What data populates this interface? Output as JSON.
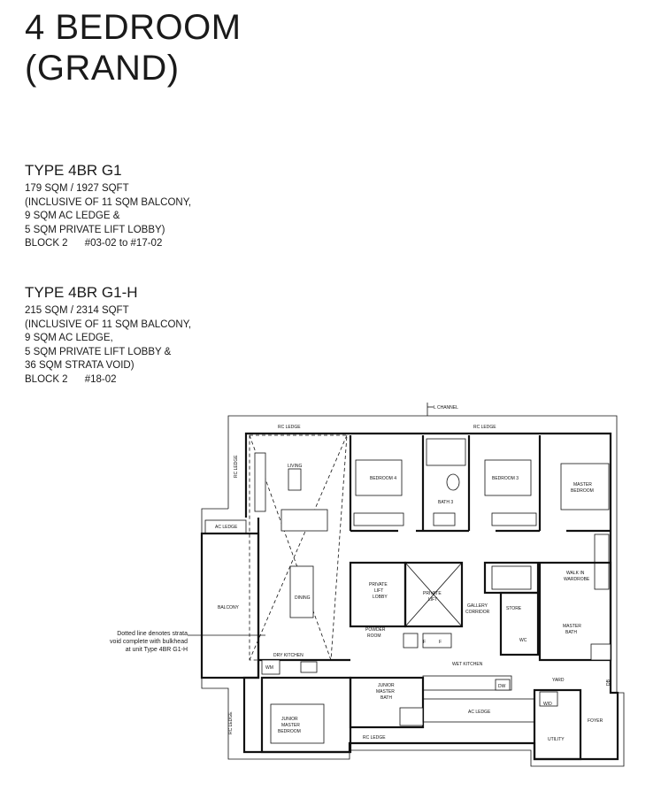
{
  "title": {
    "line1": "4 BEDROOM",
    "line2": "(GRAND)"
  },
  "types": [
    {
      "name": "TYPE 4BR G1",
      "lines": [
        "179 SQM / 1927 SQFT",
        "(INCLUSIVE OF 11 SQM BALCONY,",
        "9 SQM AC LEDGE &",
        "5 SQM PRIVATE LIFT LOBBY)",
        "BLOCK 2      #03-02 to #17-02"
      ]
    },
    {
      "name": "TYPE 4BR G1-H",
      "lines": [
        "215 SQM / 2314 SQFT",
        "(INCLUSIVE OF 11 SQM BALCONY,",
        "9 SQM AC LEDGE,",
        "5 SQM PRIVATE LIFT LOBBY &",
        "36 SQM STRATA VOID)",
        "BLOCK 2      #18-02"
      ]
    }
  ],
  "note": {
    "lines": [
      "Dotted line denotes strata",
      "void complete with bulkhead",
      "at unit Type 4BR G1-H"
    ]
  },
  "plan_labels": {
    "l_channel": "L CHANNEL",
    "rc_ledge_top_left": "RC LEDGE",
    "rc_ledge_top_right": "RC LEDGE",
    "rc_ledge_left": "RC LEDGE",
    "rc_ledge_bottom_left": "RC LEDGE",
    "rc_ledge_bottom": "RC LEDGE",
    "living": "LIVING",
    "bedroom4": "BEDROOM 4",
    "bath3": "BATH 3",
    "bedroom3": "BEDROOM 3",
    "master_bedroom_1": "MASTER",
    "master_bedroom_2": "BEDROOM",
    "ac_ledge_left": "AC LEDGE",
    "balcony": "BALCONY",
    "dining": "DINING",
    "private_lift_lobby_1": "PRIVATE",
    "private_lift_lobby_2": "LIFT",
    "private_lift_lobby_3": "LOBBY",
    "private_lift_1": "PRIVATE",
    "private_lift_2": "LIFT",
    "gallery_corridor_1": "GALLERY",
    "gallery_corridor_2": "CORRIDOR",
    "store": "STORE",
    "walk_in_wardrobe_1": "WALK IN",
    "walk_in_wardrobe_2": "WARDROBE",
    "master_bath_1": "MASTER",
    "master_bath_2": "BATH",
    "powder_room_1": "POWDER",
    "powder_room_2": "ROOM",
    "dry_kitchen": "DRY KITCHEN",
    "wm": "WM",
    "wet_kitchen": "WET KITCHEN",
    "junior_master_bath_1": "JUNIOR",
    "junior_master_bath_2": "MASTER",
    "junior_master_bath_3": "BATH",
    "dw": "DW",
    "yard": "YARD",
    "db": "DB",
    "jr_bedroom_1": "JUNIOR",
    "jr_bedroom_2": "MASTER",
    "jr_bedroom_3": "BEDROOM",
    "ac_ledge_bottom": "AC LEDGE",
    "wd": "W/D",
    "utility": "UTILITY",
    "foyer": "FOYER",
    "wc": "WC",
    "f1": "F",
    "f2": "F"
  }
}
